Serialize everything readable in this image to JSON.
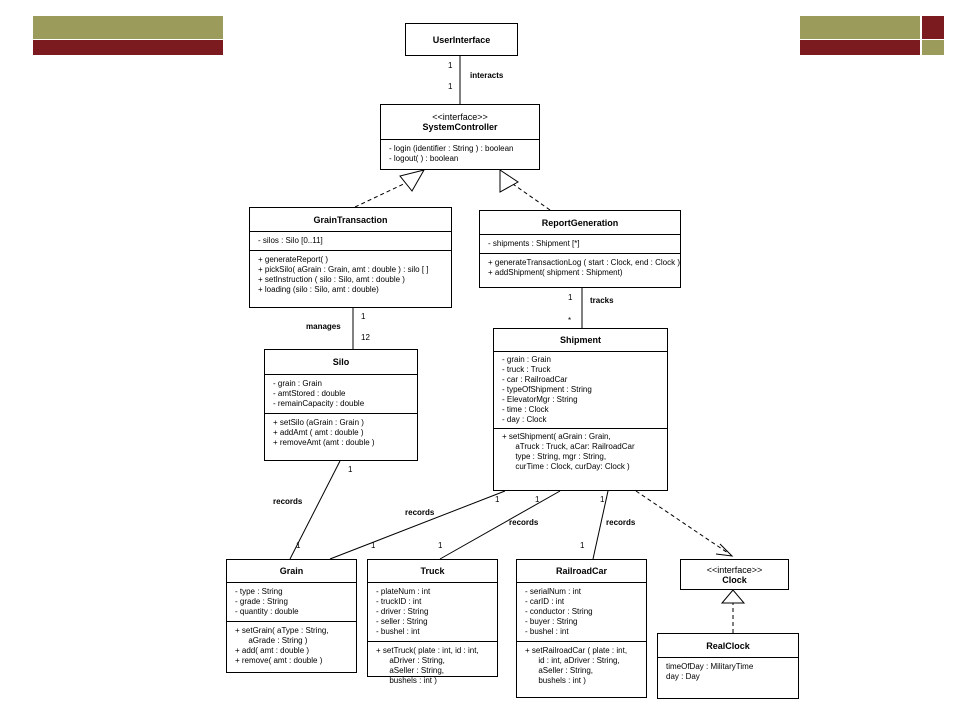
{
  "colors": {
    "olive": "#9b9b5c",
    "maroon": "#7b1a1f"
  },
  "classes": {
    "user_interface": {
      "name": "UserInterface"
    },
    "system_controller": {
      "stereotype": "<<interface>>",
      "name": "SystemController",
      "ops": [
        "- login (identifier : String ) : boolean",
        "- logout( ) : boolean"
      ]
    },
    "grain_transaction": {
      "name": "GrainTransaction",
      "attrs": [
        "- silos : Silo [0..11]"
      ],
      "ops": [
        "+ generateReport( )",
        "+ pickSilo( aGrain : Grain, amt : double ) : silo [ ]",
        "+ setInstruction ( silo : Silo, amt : double )",
        "+ loading (silo : Silo, amt : double)"
      ]
    },
    "report_generation": {
      "name": "ReportGeneration",
      "attrs": [
        "- shipments : Shipment [*]"
      ],
      "ops": [
        "+ generateTransactionLog ( start : Clock, end : Clock )",
        "+ addShipment( shipment : Shipment)"
      ]
    },
    "silo": {
      "name": "Silo",
      "attrs": [
        "- grain : Grain",
        "- amtStored : double",
        "- remainCapacity : double"
      ],
      "ops": [
        "+ setSilo (aGrain : Grain )",
        "+ addAmt ( amt : double )",
        "+ removeAmt (amt : double )"
      ]
    },
    "shipment": {
      "name": "Shipment",
      "attrs": [
        "- grain : Grain",
        "- truck : Truck",
        "- car : RailroadCar",
        "- typeOfShipment : String",
        "- ElevatorMgr : String",
        "- time : Clock",
        "- day : Clock"
      ],
      "ops": [
        "+ setShipment( aGrain : Grain,",
        "      aTruck : Truck, aCar: RailroadCar",
        "      type : String, mgr : String,",
        "      curTime : Clock, curDay: Clock )"
      ]
    },
    "grain": {
      "name": "Grain",
      "attrs": [
        "- type : String",
        "- grade : String",
        "- quantity : double"
      ],
      "ops": [
        "+ setGrain( aType : String,",
        "      aGrade : String )",
        "+ add( amt : double )",
        "+ remove( amt : double )"
      ]
    },
    "truck": {
      "name": "Truck",
      "attrs": [
        "- plateNum : int",
        "- truckID : int",
        "- driver : String",
        "- seller : String",
        "- bushel : int"
      ],
      "ops": [
        "+ setTruck( plate : int, id : int,",
        "      aDriver : String,",
        "      aSeller : String,",
        "      bushels : int )"
      ]
    },
    "railroad_car": {
      "name": "RailroadCar",
      "attrs": [
        "- serialNum : int",
        "- carID : int",
        "- conductor : String",
        "- buyer : String",
        "- bushel : int"
      ],
      "ops": [
        "+ setRailroadCar ( plate : int,",
        "      id : int, aDriver : String,",
        "      aSeller : String,",
        "      bushels : int )"
      ]
    },
    "clock": {
      "stereotype": "<<interface>>",
      "name": "Clock"
    },
    "real_clock": {
      "name": "RealClock",
      "attrs": [
        "timeOfDay : MilitaryTime",
        "day : Day"
      ]
    }
  },
  "labels": {
    "ui_mult_top": "1",
    "ui_mult_bottom": "1",
    "interacts": "interacts",
    "rg_mult": "1",
    "tracks": "tracks",
    "ship_mult": "*",
    "gt_mult": "1",
    "manages": "manages",
    "silo_mult": "12",
    "silo_records_mult": "1",
    "silo_records": "records",
    "grain_from_silo_mult": "1",
    "grain_from_ship_mult": "1",
    "ship_records_grain": "records",
    "ship_records_grain_mult": "1",
    "ship_records_truck_mult": "1",
    "ship_records_truck": "records",
    "truck_mult": "1",
    "ship_records_car_mult": "1",
    "ship_records_car": "records",
    "car_mult": "1"
  }
}
